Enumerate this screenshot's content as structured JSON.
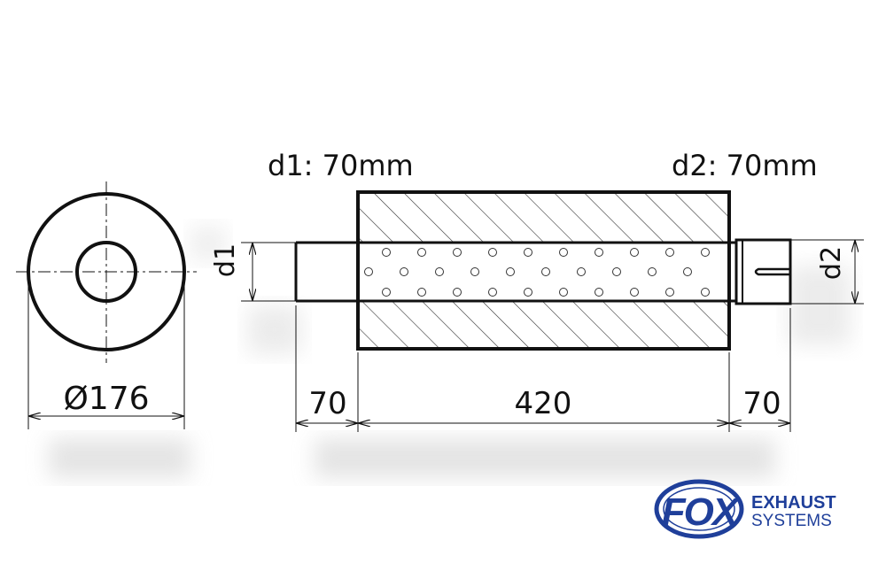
{
  "labels": {
    "d1_spec": "d1: 70mm",
    "d2_spec": "d2: 70mm",
    "d1_short": "d1",
    "d2_short": "d2",
    "diameter": "Ø176",
    "inlet_length": "70",
    "body_length": "420",
    "outlet_length": "70"
  },
  "logo": {
    "mark": "FOX",
    "line1": "EXHAUST",
    "line2": "SYSTEMS"
  },
  "colors": {
    "line": "#111111",
    "logo_blue": "#1f3f9a",
    "shadow": "#d9d9d9"
  }
}
